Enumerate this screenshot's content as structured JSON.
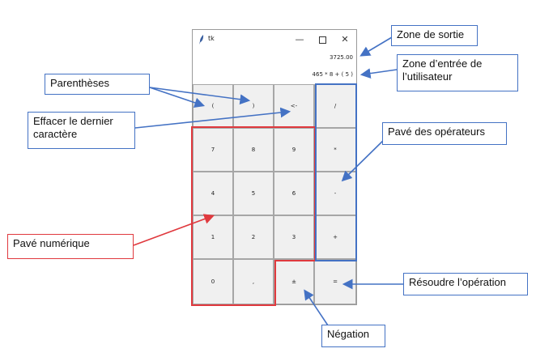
{
  "window": {
    "title": "tk",
    "controls": {
      "minimize": "—",
      "close": "✕"
    },
    "output_value": "3725.00",
    "input_value": "465 * 8 + ( 5 )"
  },
  "keys": [
    [
      "(",
      ")",
      "<-",
      "/"
    ],
    [
      "7",
      "8",
      "9",
      "*"
    ],
    [
      "4",
      "5",
      "6",
      "-"
    ],
    [
      "1",
      "2",
      "3",
      "+"
    ],
    [
      "0",
      ",",
      "±",
      "="
    ]
  ],
  "callouts": {
    "zone_sortie": "Zone de sortie",
    "zone_entree_1": "Zone d’entrée de",
    "zone_entree_2": "l’utilisateur",
    "parentheses": "Parenthèses",
    "effacer_1": "Effacer le dernier",
    "effacer_2": "caractère",
    "operateurs": "Pavé des opérateurs",
    "numerique": "Pavé numérique",
    "resoudre": "Résoudre l’opération",
    "negation": "Négation"
  },
  "colors": {
    "arrow_blue": "#4472c4",
    "arrow_red": "#e0393e",
    "region_red": "#e0393e",
    "region_blue": "#4472c4"
  }
}
